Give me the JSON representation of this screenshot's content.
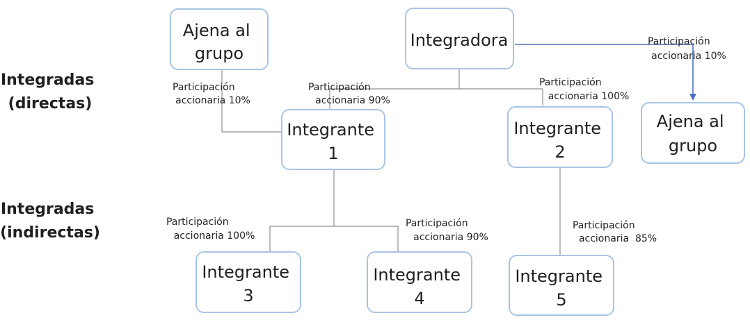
{
  "row_labels": {
    "directas": [
      "Integradas",
      "(directas)"
    ],
    "indirectas": [
      "Integradas",
      "(indirectas)"
    ]
  },
  "nodes": {
    "ajena_left": [
      "Ajena al",
      "grupo"
    ],
    "integradora": [
      "Integradora"
    ],
    "ajena_right": [
      "Ajena al",
      "grupo"
    ],
    "integrante_1": [
      "Integrante",
      "1"
    ],
    "integrante_2": [
      "Integrante",
      "2"
    ],
    "integrante_3": [
      "Integrante",
      "3"
    ],
    "integrante_4": [
      "Integrante",
      "4"
    ],
    "integrante_5": [
      "Integrante",
      "5"
    ]
  },
  "edges": {
    "ajena_left_to_1": [
      "Participación",
      "accionaria 10%"
    ],
    "integradora_to_1": [
      "Participación",
      "accionaria 90%"
    ],
    "integradora_to_2": [
      "Participación",
      "accionaria 100%"
    ],
    "integradora_to_ajena_right": [
      "Participación",
      "accionaria 10%"
    ],
    "i1_to_3": [
      "Participación",
      "accionaria 100%"
    ],
    "i1_to_4": [
      "Participación",
      "accionaria 90%"
    ],
    "i2_to_5": [
      "Participación",
      "accionaria  85%"
    ]
  },
  "colors": {
    "box_border": "#a9c4e4",
    "connector": "#8f8f8f",
    "arrow": "#4a72c4"
  }
}
